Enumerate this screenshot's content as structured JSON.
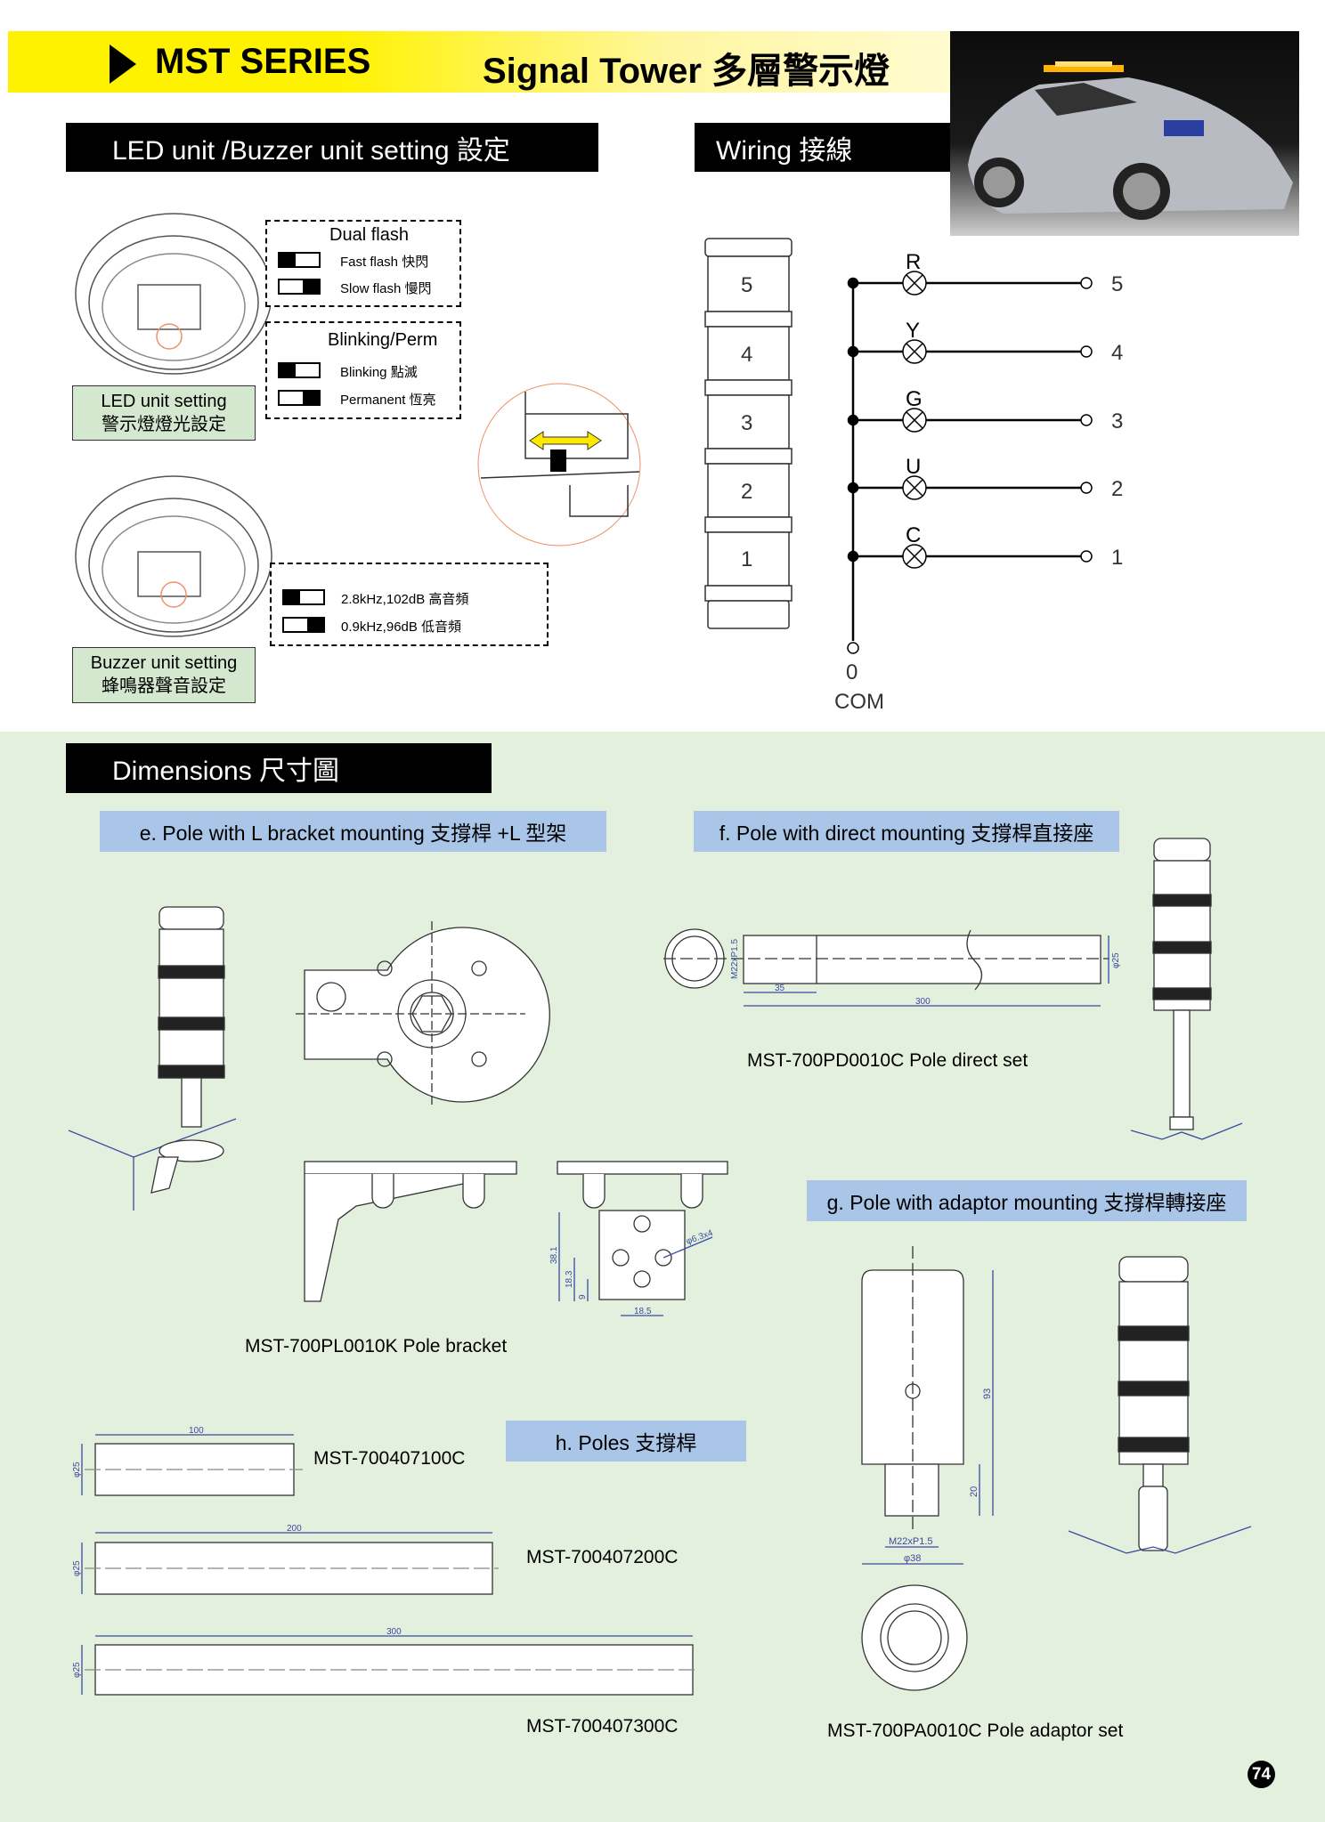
{
  "header": {
    "series": "MST SERIES",
    "title": "Signal Tower 多層警示燈"
  },
  "sections": {
    "led_setting": "LED unit /Buzzer unit setting 設定",
    "wiring": "Wiring 接線",
    "dimensions": "Dimensions 尺寸圖"
  },
  "led_unit": {
    "dual_flash": {
      "title": "Dual flash",
      "options": [
        "Fast flash 快閃",
        "Slow flash 慢閃"
      ]
    },
    "blinking": {
      "title": "Blinking/Perm",
      "options": [
        "Blinking 點滅",
        "Permanent 恆亮"
      ]
    },
    "label_en": "LED unit setting",
    "label_zh": "警示燈燈光設定"
  },
  "buzzer_unit": {
    "options": [
      "2.8kHz,102dB 高音頻",
      "0.9kHz,96dB 低音頻"
    ],
    "label_en": "Buzzer unit setting",
    "label_zh": "蜂鳴器聲音設定"
  },
  "wiring": {
    "tiers": [
      "5",
      "4",
      "3",
      "2",
      "1"
    ],
    "lines": [
      {
        "color": "R",
        "terminal": "5"
      },
      {
        "color": "Y",
        "terminal": "4"
      },
      {
        "color": "G",
        "terminal": "3"
      },
      {
        "color": "U",
        "terminal": "2"
      },
      {
        "color": "C",
        "terminal": "1"
      }
    ],
    "common_terminal": "0",
    "common_label": "COM"
  },
  "dimensions": {
    "e": {
      "label": "e. Pole with L bracket mounting 支撐桿 +L 型架",
      "caption": "MST-700PL0010K Pole bracket",
      "dims": [
        "38.1",
        "18.3",
        "9",
        "18.5",
        "φ6.3x4"
      ]
    },
    "f": {
      "label": "f. Pole with direct mounting 支撐桿直接座",
      "caption": "MST-700PD0010C Pole direct set",
      "dims": [
        "M22xP1.5",
        "35",
        "300",
        "φ25"
      ]
    },
    "g": {
      "label": "g. Pole with adaptor mounting 支撐桿轉接座",
      "caption": "MST-700PA0010C Pole adaptor set",
      "dims": [
        "93",
        "20",
        "M22xP1.5",
        "φ38"
      ]
    },
    "h": {
      "label": "h. Poles 支撐桿",
      "poles": [
        {
          "model": "MST-700407100C",
          "length": "100",
          "dia": "φ25"
        },
        {
          "model": "MST-700407200C",
          "length": "200",
          "dia": "φ25"
        },
        {
          "model": "MST-700407300C",
          "length": "300",
          "dia": "φ25"
        }
      ]
    }
  },
  "page_number": "74",
  "colors": {
    "header_yellow": "#fff200",
    "label_green": "#d3e8cf",
    "label_blue": "#a9c6e8",
    "section_bg": "#e3f0de"
  }
}
